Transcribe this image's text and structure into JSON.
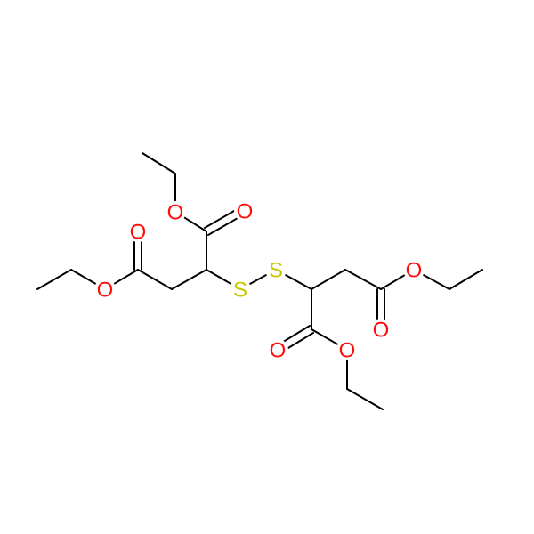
{
  "molecule": {
    "atoms": [
      {
        "id": "o1",
        "label": "O",
        "color": "#ff0d0d"
      },
      {
        "id": "o2",
        "label": "O",
        "color": "#ff0d0d"
      },
      {
        "id": "o3",
        "label": "O",
        "color": "#ff0d0d"
      },
      {
        "id": "o4",
        "label": "O",
        "color": "#ff0d0d"
      },
      {
        "id": "s1",
        "label": "S",
        "color": "#c8c800"
      },
      {
        "id": "s2",
        "label": "S",
        "color": "#c8c800"
      },
      {
        "id": "o5",
        "label": "O",
        "color": "#ff0d0d"
      },
      {
        "id": "o6",
        "label": "O",
        "color": "#ff0d0d"
      },
      {
        "id": "o7",
        "label": "O",
        "color": "#ff0d0d"
      },
      {
        "id": "o8",
        "label": "O",
        "color": "#ff0d0d"
      }
    ]
  }
}
